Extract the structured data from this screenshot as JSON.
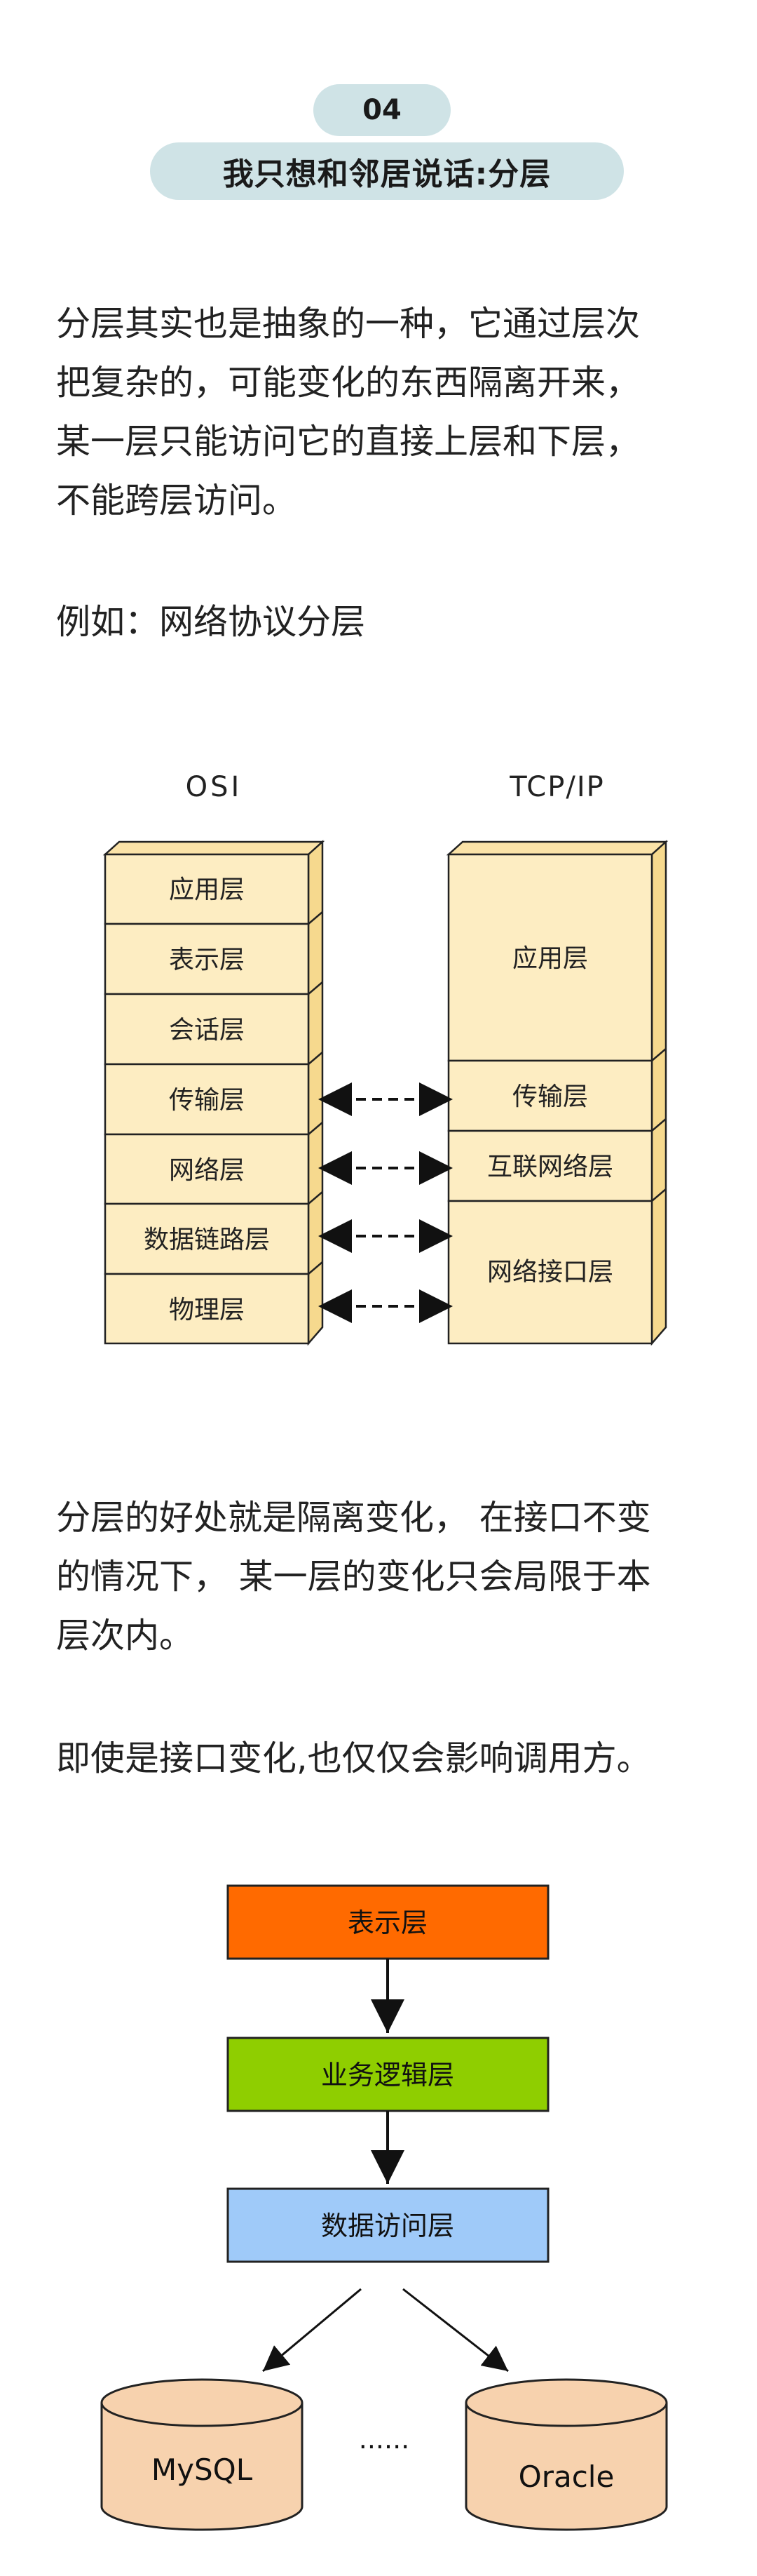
{
  "header": {
    "number": "04",
    "title": "我只想和邻居说话:分层"
  },
  "paragraphs": {
    "p1_line1": "分层其实也是抽象的一种，它通过层次",
    "p1_line2": "把复杂的，可能变化的东西隔离开来，",
    "p1_line3": "某一层只能访问它的直接上层和下层，",
    "p1_line4": "不能跨层访问。",
    "example": "例如：网络协议分层",
    "p2_line1": "分层的好处就是隔离变化， 在接口不变",
    "p2_line2": "的情况下， 某一层的变化只会局限于本",
    "p2_line3": "层次内。",
    "p3": "即使是接口变化,也仅仅会影响调用方。"
  },
  "osi_diagram": {
    "osi_label": "OSI",
    "tcpip_label": "TCP/IP",
    "osi_layers": [
      "应用层",
      "表示层",
      "会话层",
      "传输层",
      "网络层",
      "数据链路层",
      "物理层"
    ],
    "tcpip_layers": [
      "应用层",
      "传输层",
      "互联网络层",
      "网络接口层"
    ],
    "box_color": "#fdedc2"
  },
  "layer_diagram": {
    "presentation": "表示层",
    "business": "业务逻辑层",
    "data_access": "数据访问层",
    "db1": "MySQL",
    "ellipsis": "......",
    "db2": "Oracle",
    "colors": {
      "presentation": "#ff6a00",
      "business": "#8fce00",
      "data_access": "#9fcaf9",
      "db": "#f7d2ae"
    }
  }
}
